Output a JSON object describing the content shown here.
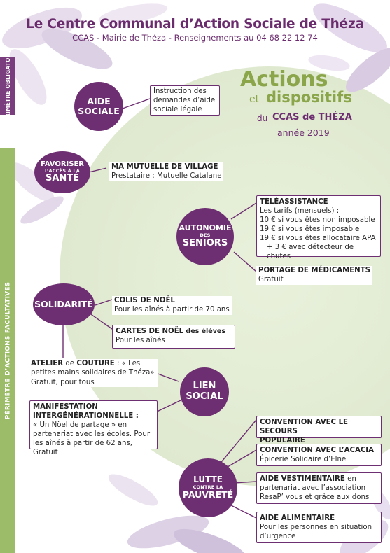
{
  "header": {
    "title": "Le Centre Communal d’Action Sociale de Théza",
    "subtitle": "CCAS - Mairie de Théza - Renseignements au 04 68 22 12 74"
  },
  "side_labels": {
    "mandatory": "PÉRIMÈTRE OBLIGATOIRE",
    "optional": "PÉRIMÈTRE D’ACTIONS FACULTATIVES"
  },
  "heading": {
    "actions": "Actions",
    "et": "et",
    "dispositifs": "dispositifs",
    "du": "du",
    "ccas": "CCAS de THÉZA",
    "year": "année 2019"
  },
  "circles": {
    "aide_sociale": {
      "line1": "AIDE",
      "line2": "SOCIALE"
    },
    "sante": {
      "line1": "FAVORISER",
      "line2": "L’ACCÈS À LA",
      "line3": "SANTÉ"
    },
    "seniors": {
      "line1": "AUTONOMIE",
      "line2": "DES",
      "line3": "SENIORS"
    },
    "solidarite": {
      "line1": "SOLIDARITÉ"
    },
    "lien_social": {
      "line1": "LIEN",
      "line2": "SOCIAL"
    },
    "pauvrete": {
      "line1": "LUTTE",
      "line2": "CONTRE LA",
      "line3": "PAUVRETÉ"
    }
  },
  "items": {
    "aide_sociale": {
      "text1": "Instruction des",
      "text2": "demandes d’aide",
      "text3": "sociale légale"
    },
    "mutuelle": {
      "title": "MA MUTUELLE DE VILLAGE",
      "text": "Prestataire : Mutuelle Catalane"
    },
    "teleassistance": {
      "title": "TÉLÉASSISTANCE",
      "line1": "Les tarifs (mensuels) :",
      "line2": "10 € si vous êtes non imposable",
      "line3": "19 € si vous êtes imposable",
      "line4": "19 € si vous êtes allocataire APA",
      "line5": "+ 3 € avec détecteur de chutes"
    },
    "portage": {
      "title": "PORTAGE DE MÉDICAMENTS",
      "text": "Gratuit"
    },
    "colis": {
      "title": "COLIS DE NOËL",
      "text": "Pour les aînés à partir de 70 ans"
    },
    "cartes": {
      "title": "CARTES DE NOËL",
      "title_suffix": "des élèves",
      "text": "Pour les aînés"
    },
    "atelier": {
      "title1": "ATELIER",
      "mid": "de",
      "title2": "COUTURE",
      "rest1": ": « Les",
      "rest2": "petites mains solidaires de Théza»",
      "rest3": "Gratuit, pour tous"
    },
    "manifestation": {
      "title1": "MANIFESTATION",
      "title2": "INTERGÉNÉRATIONNELLE :",
      "line1": "« Un  Nöel de partage » en",
      "line2": "partenariat avec les écoles.  Pour",
      "line3": "les aînés à partir de 62 ans,",
      "line3b": "Gratuit"
    },
    "secours": {
      "title1": "CONVENTION AVEC LE SECOURS",
      "title2": "POPULAIRE"
    },
    "acacia": {
      "title": "CONVENTION AVEC L’ACACIA",
      "text": "Épicerie Solidaire d’Elne"
    },
    "vestimentaire": {
      "title": "AIDE VESTIMENTAIRE",
      "title_suffix": "en",
      "line1": "partenariat avec l’association",
      "line2": "ResaP’ vous et grâce aux dons"
    },
    "alimentaire": {
      "title": "AIDE ALIMENTAIRE",
      "line1": "Pour les personnes en situation",
      "line2": "d’urgence"
    }
  },
  "colors": {
    "purple": "#6e2f72",
    "green": "#8aa54a",
    "side_green": "#9cbc6a",
    "side_purple": "#7a3d7e",
    "bg_green": "#e4eed6"
  }
}
